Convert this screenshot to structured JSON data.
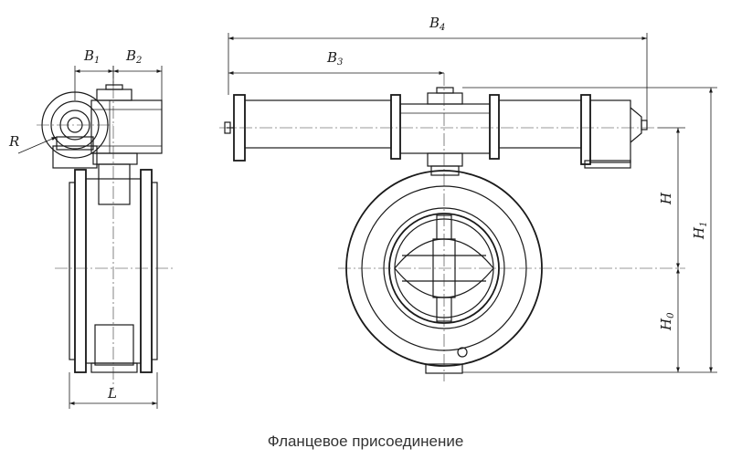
{
  "caption": "Фланцевое присоединение",
  "dimensions": {
    "b1": {
      "letter": "B",
      "sub": "1"
    },
    "b2": {
      "letter": "B",
      "sub": "2"
    },
    "b3": {
      "letter": "B",
      "sub": "3"
    },
    "b4": {
      "letter": "B",
      "sub": "4"
    },
    "r": {
      "letter": "R"
    },
    "l": {
      "letter": "L"
    },
    "h": {
      "letter": "H"
    },
    "h1": {
      "letter": "H",
      "sub": "1"
    },
    "h0": {
      "letter": "H",
      "sub": "0"
    }
  }
}
